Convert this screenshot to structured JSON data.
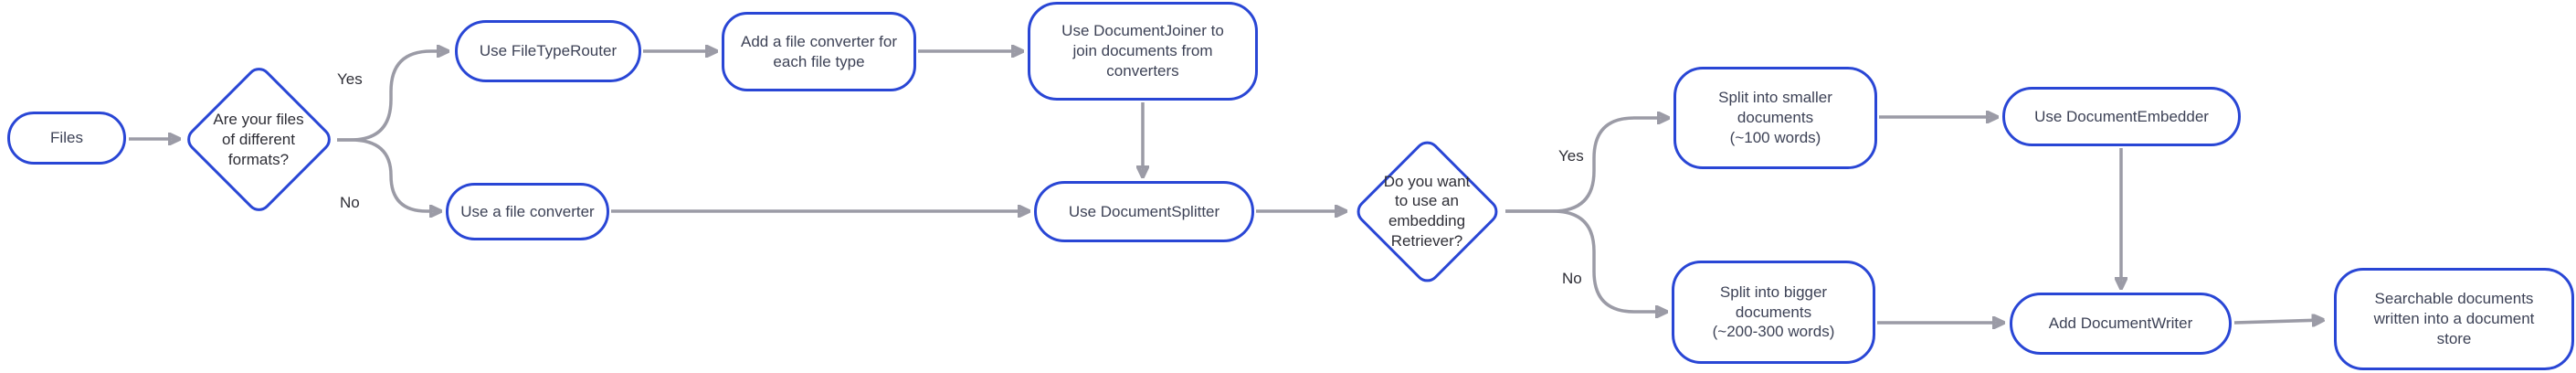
{
  "diagram": {
    "colors": {
      "node_border": "#2946d5",
      "arrow": "#9b9ba6",
      "node_text": "#3d4256",
      "decision_text": "#2e2e36",
      "background": "#ffffff"
    },
    "nodes": {
      "files": {
        "label": "Files"
      },
      "decision_formats": {
        "label": "Are your files\nof different\nformats?"
      },
      "file_type_router": {
        "label": "Use FileTypeRouter"
      },
      "add_file_converter": {
        "label": "Add a file converter for\neach file type"
      },
      "document_joiner": {
        "label": "Use DocumentJoiner to\njoin documents from\nconverters"
      },
      "file_converter": {
        "label": "Use a file converter"
      },
      "document_splitter": {
        "label": "Use DocumentSplitter"
      },
      "decision_embedding": {
        "label": "Do you want\nto use an\nembedding\nRetriever?"
      },
      "split_smaller": {
        "label": "Split into smaller\ndocuments\n(~100 words)"
      },
      "document_embedder": {
        "label": "Use DocumentEmbedder"
      },
      "split_bigger": {
        "label": "Split into bigger\ndocuments\n(~200-300 words)"
      },
      "document_writer": {
        "label": "Add DocumentWriter"
      },
      "searchable_documents": {
        "label": "Searchable documents\nwritten into a document\nstore"
      }
    },
    "edge_labels": {
      "formats_yes": "Yes",
      "formats_no": "No",
      "embedding_yes": "Yes",
      "embedding_no": "No"
    }
  }
}
